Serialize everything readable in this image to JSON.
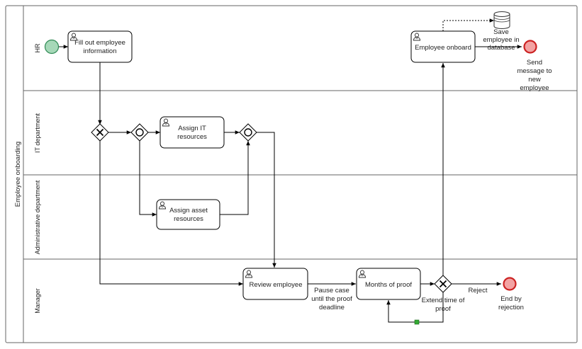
{
  "pool": {
    "label": "Employee onboarding"
  },
  "lanes": [
    {
      "id": "hr",
      "label": "HR"
    },
    {
      "id": "it",
      "label": "IT department"
    },
    {
      "id": "admin",
      "label": "Administrative department"
    },
    {
      "id": "manager",
      "label": "Manager"
    }
  ],
  "tasks": {
    "fill_out": [
      "Fill out employee",
      "information"
    ],
    "employee_onboard": [
      "Employee onboard"
    ],
    "assign_it": [
      "Assign IT",
      "resources"
    ],
    "assign_asset": [
      "Assign asset",
      "resources"
    ],
    "review": [
      "Review employee"
    ],
    "months_of_proof": [
      "Months of proof"
    ]
  },
  "data_store": {
    "label": [
      "Save",
      "employee in",
      "database"
    ]
  },
  "end_events": {
    "send_message": [
      "Send",
      "message to",
      "new",
      "employee"
    ],
    "rejection": [
      "End by",
      "rejection"
    ]
  },
  "flow_labels": {
    "pause_case": [
      "Pause case",
      "until the proof",
      "deadline"
    ],
    "extend": [
      "Extend time of",
      "proof"
    ],
    "reject": [
      "Reject"
    ]
  },
  "colors": {
    "start_fill": "#a6d8b8",
    "start_stroke": "#2f8a55",
    "end_fill": "#f3a3a3",
    "end_stroke": "#cc2222",
    "loop_marker": "#33aa33",
    "line": "#000000",
    "border": "#555555"
  },
  "icons": {
    "task": "user-task-icon",
    "store": "database-icon",
    "exclusive": "exclusive-gateway-icon",
    "inclusive": "inclusive-gateway-icon"
  }
}
